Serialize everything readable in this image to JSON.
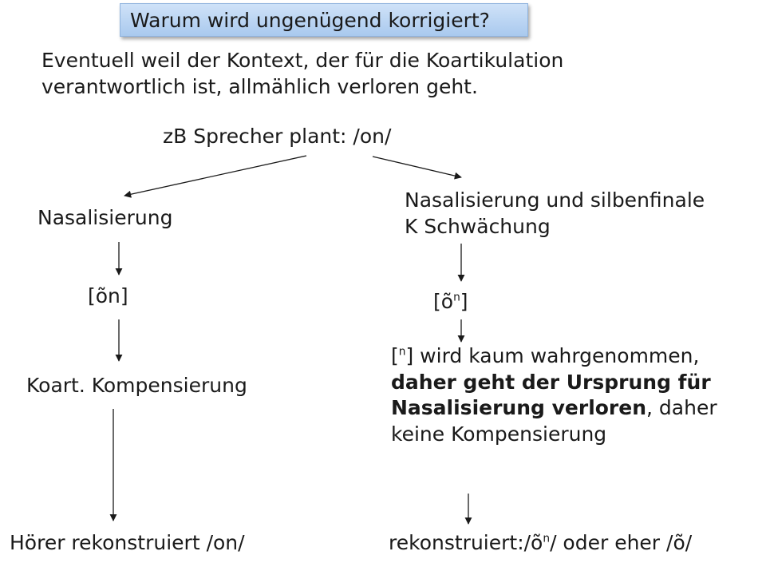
{
  "question_box": "Warum wird ungenügend korrigiert?",
  "intro": {
    "line1": "Eventuell weil der Kontext, der für die Koartikulation",
    "line2": "verantwortlich ist, allmählich verloren geht."
  },
  "root": "zB Sprecher plant: /on/",
  "left": {
    "step1": "Nasalisierung",
    "step2": "[õn]",
    "step3": "Koart. Kompensierung",
    "step4": "Hörer rekonstruiert  /on/"
  },
  "right": {
    "step1_line1": "Nasalisierung und  silbenfinale",
    "step1_line2": "K Schwächung",
    "step2_base": "[õ",
    "step2_sup": "n",
    "step2_close": "]",
    "step3_open": "[",
    "step3_sup": "n",
    "step3_rest": "] wird kaum wahrgenommen,",
    "step3_bold1": "daher geht der Ursprung für",
    "step3_bold2": "Nasalisierung verloren",
    "step3_after": ", daher",
    "step3_line4": "keine Kompensierung",
    "result_a": "rekonstruiert:/õ",
    "result_sup": "n",
    "result_b": "/ oder eher  /õ/"
  },
  "colors": {
    "box_top": "#cfe2f8",
    "box_bottom": "#a9c9ee",
    "arrow": "#1a1a1a"
  }
}
